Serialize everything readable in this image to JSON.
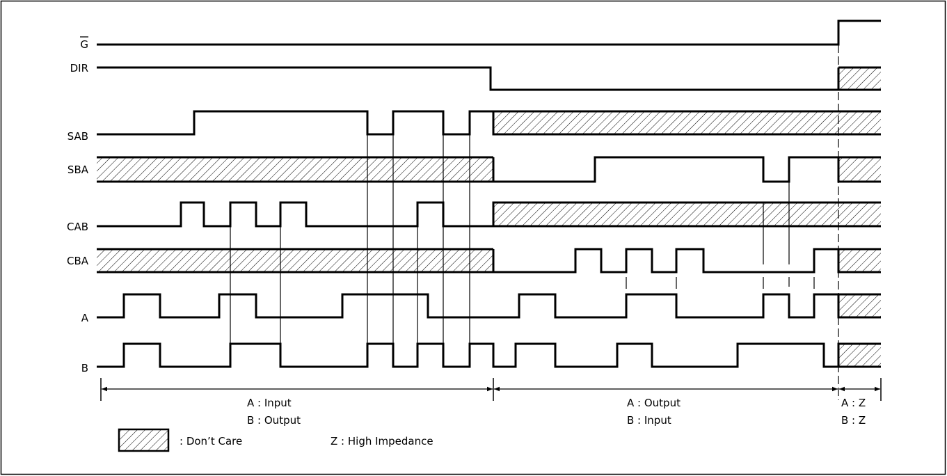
{
  "signals": [
    {
      "key": "g",
      "label": "G",
      "overbar": true
    },
    {
      "key": "dir",
      "label": "DIR"
    },
    {
      "key": "sab",
      "label": "SAB"
    },
    {
      "key": "sba",
      "label": "SBA"
    },
    {
      "key": "cab",
      "label": "CAB"
    },
    {
      "key": "cba",
      "label": "CBA"
    },
    {
      "key": "a",
      "label": "A"
    },
    {
      "key": "b",
      "label": "B"
    }
  ],
  "periods": [
    {
      "line1": "A : Input",
      "line2": "B : Output"
    },
    {
      "line1": "A : Output",
      "line2": "B : Input"
    },
    {
      "line1": "A : Z",
      "line2": "B : Z"
    }
  ],
  "legend": {
    "dont_care": ": Don’t Care",
    "high_impedance": "Z :  High Impedance"
  }
}
